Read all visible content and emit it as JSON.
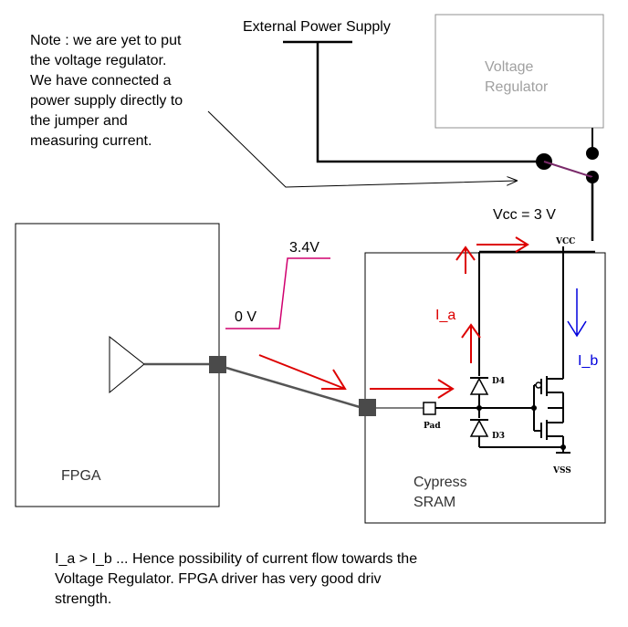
{
  "note_lines": [
    "Note : we are yet to put",
    "the voltage regulator.",
    "We have connected a",
    "power supply directly to",
    "the jumper and",
    "measuring current."
  ],
  "external_supply": "External Power Supply",
  "regulator": [
    "Voltage",
    "Regulator"
  ],
  "vcc_label": "Vcc = 3 V",
  "high_level": "3.4V",
  "low_level": "0 V",
  "fpga": "FPGA",
  "sram": [
    "Cypress",
    "SRAM"
  ],
  "current_a": "I_a",
  "current_b": "I_b",
  "pin_vcc": "VCC",
  "pin_vss": "VSS",
  "pad": "Pad",
  "diode_d4": "D4",
  "diode_d3": "D3",
  "caption_lines": [
    "I_a > I_b ... Hence possibility of current flow towards the",
    "Voltage Regulator. FPGA driver has very good driv",
    "strength."
  ],
  "colors": {
    "red_arrow": "#dd0000",
    "blue_arrow": "#0000dd",
    "signal_wave": "#d0006f",
    "jumper": "#7a2a6a",
    "regulator_box": "#909090"
  }
}
